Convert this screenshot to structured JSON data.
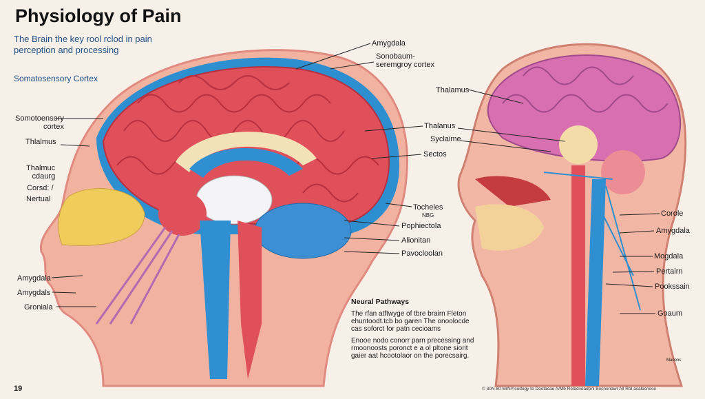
{
  "header": {
    "title": "Physiology of Pain",
    "subtitle_line1": "The Brain the key rool rclod in pain",
    "subtitle_line2": "perception and processing",
    "section_label": "Somatosensory Cortex"
  },
  "left_labels": [
    {
      "line1": "Somotoensory",
      "line2": "cortex"
    },
    {
      "line1": "Thlalmus"
    },
    {
      "line1": "Thalmuc",
      "line2": "cdaurg"
    },
    {
      "line1": "Corsd: /"
    },
    {
      "line1": "Nertual"
    },
    {
      "line1": "Amygdala"
    },
    {
      "line1": "Amygdals"
    },
    {
      "line1": "Groniala"
    }
  ],
  "center_labels": [
    {
      "line1": "Amygdala"
    },
    {
      "line1": "Sonobaum-",
      "line2": "seremgroy cortex"
    },
    {
      "line1": "Thalanus"
    },
    {
      "line1": "Syclaime"
    },
    {
      "line1": "Sectos"
    },
    {
      "line1": "Tocheles",
      "line2": "NBG"
    },
    {
      "line1": "Pophiectola"
    },
    {
      "line1": "Alionitan"
    },
    {
      "line1": "Pavocloolan"
    }
  ],
  "right_labels": [
    {
      "line1": "Thalamus"
    },
    {
      "line1": "Corole"
    },
    {
      "line1": "Amygdala"
    },
    {
      "line1": "Mogdala"
    },
    {
      "line1": "Pertairn"
    },
    {
      "line1": "Pookssain"
    },
    {
      "line1": "Goaum"
    }
  ],
  "neural_pathways": {
    "heading": "Neural Pathways",
    "paragraph1": "The rfan atftwyge of tbre brairn Fleton ehuntoodt.tcb bo garen The onoolocde cas soforct for patn cecioams",
    "paragraph2": "Enooe nodo conorr parn precessing and rmoonoosts poronct e a ol pltone siorit gaier aat hcootolaor on the porecsairg."
  },
  "footer": {
    "page_number": "19",
    "copyright": "© 30N 60 MrNYlcodogy te Dootacae   A/Mb Relacnoadpnl Bocnonawr   All Rot acalocnose",
    "small_credit": "Maoons"
  },
  "colors": {
    "background": "#f7f0e9",
    "brain_red": "#e0505a",
    "brain_pink": "#d86fb0",
    "nerve_blue": "#2f8fd0",
    "skin": "#f2b6a4",
    "subtitle_blue": "#1d4f86"
  }
}
